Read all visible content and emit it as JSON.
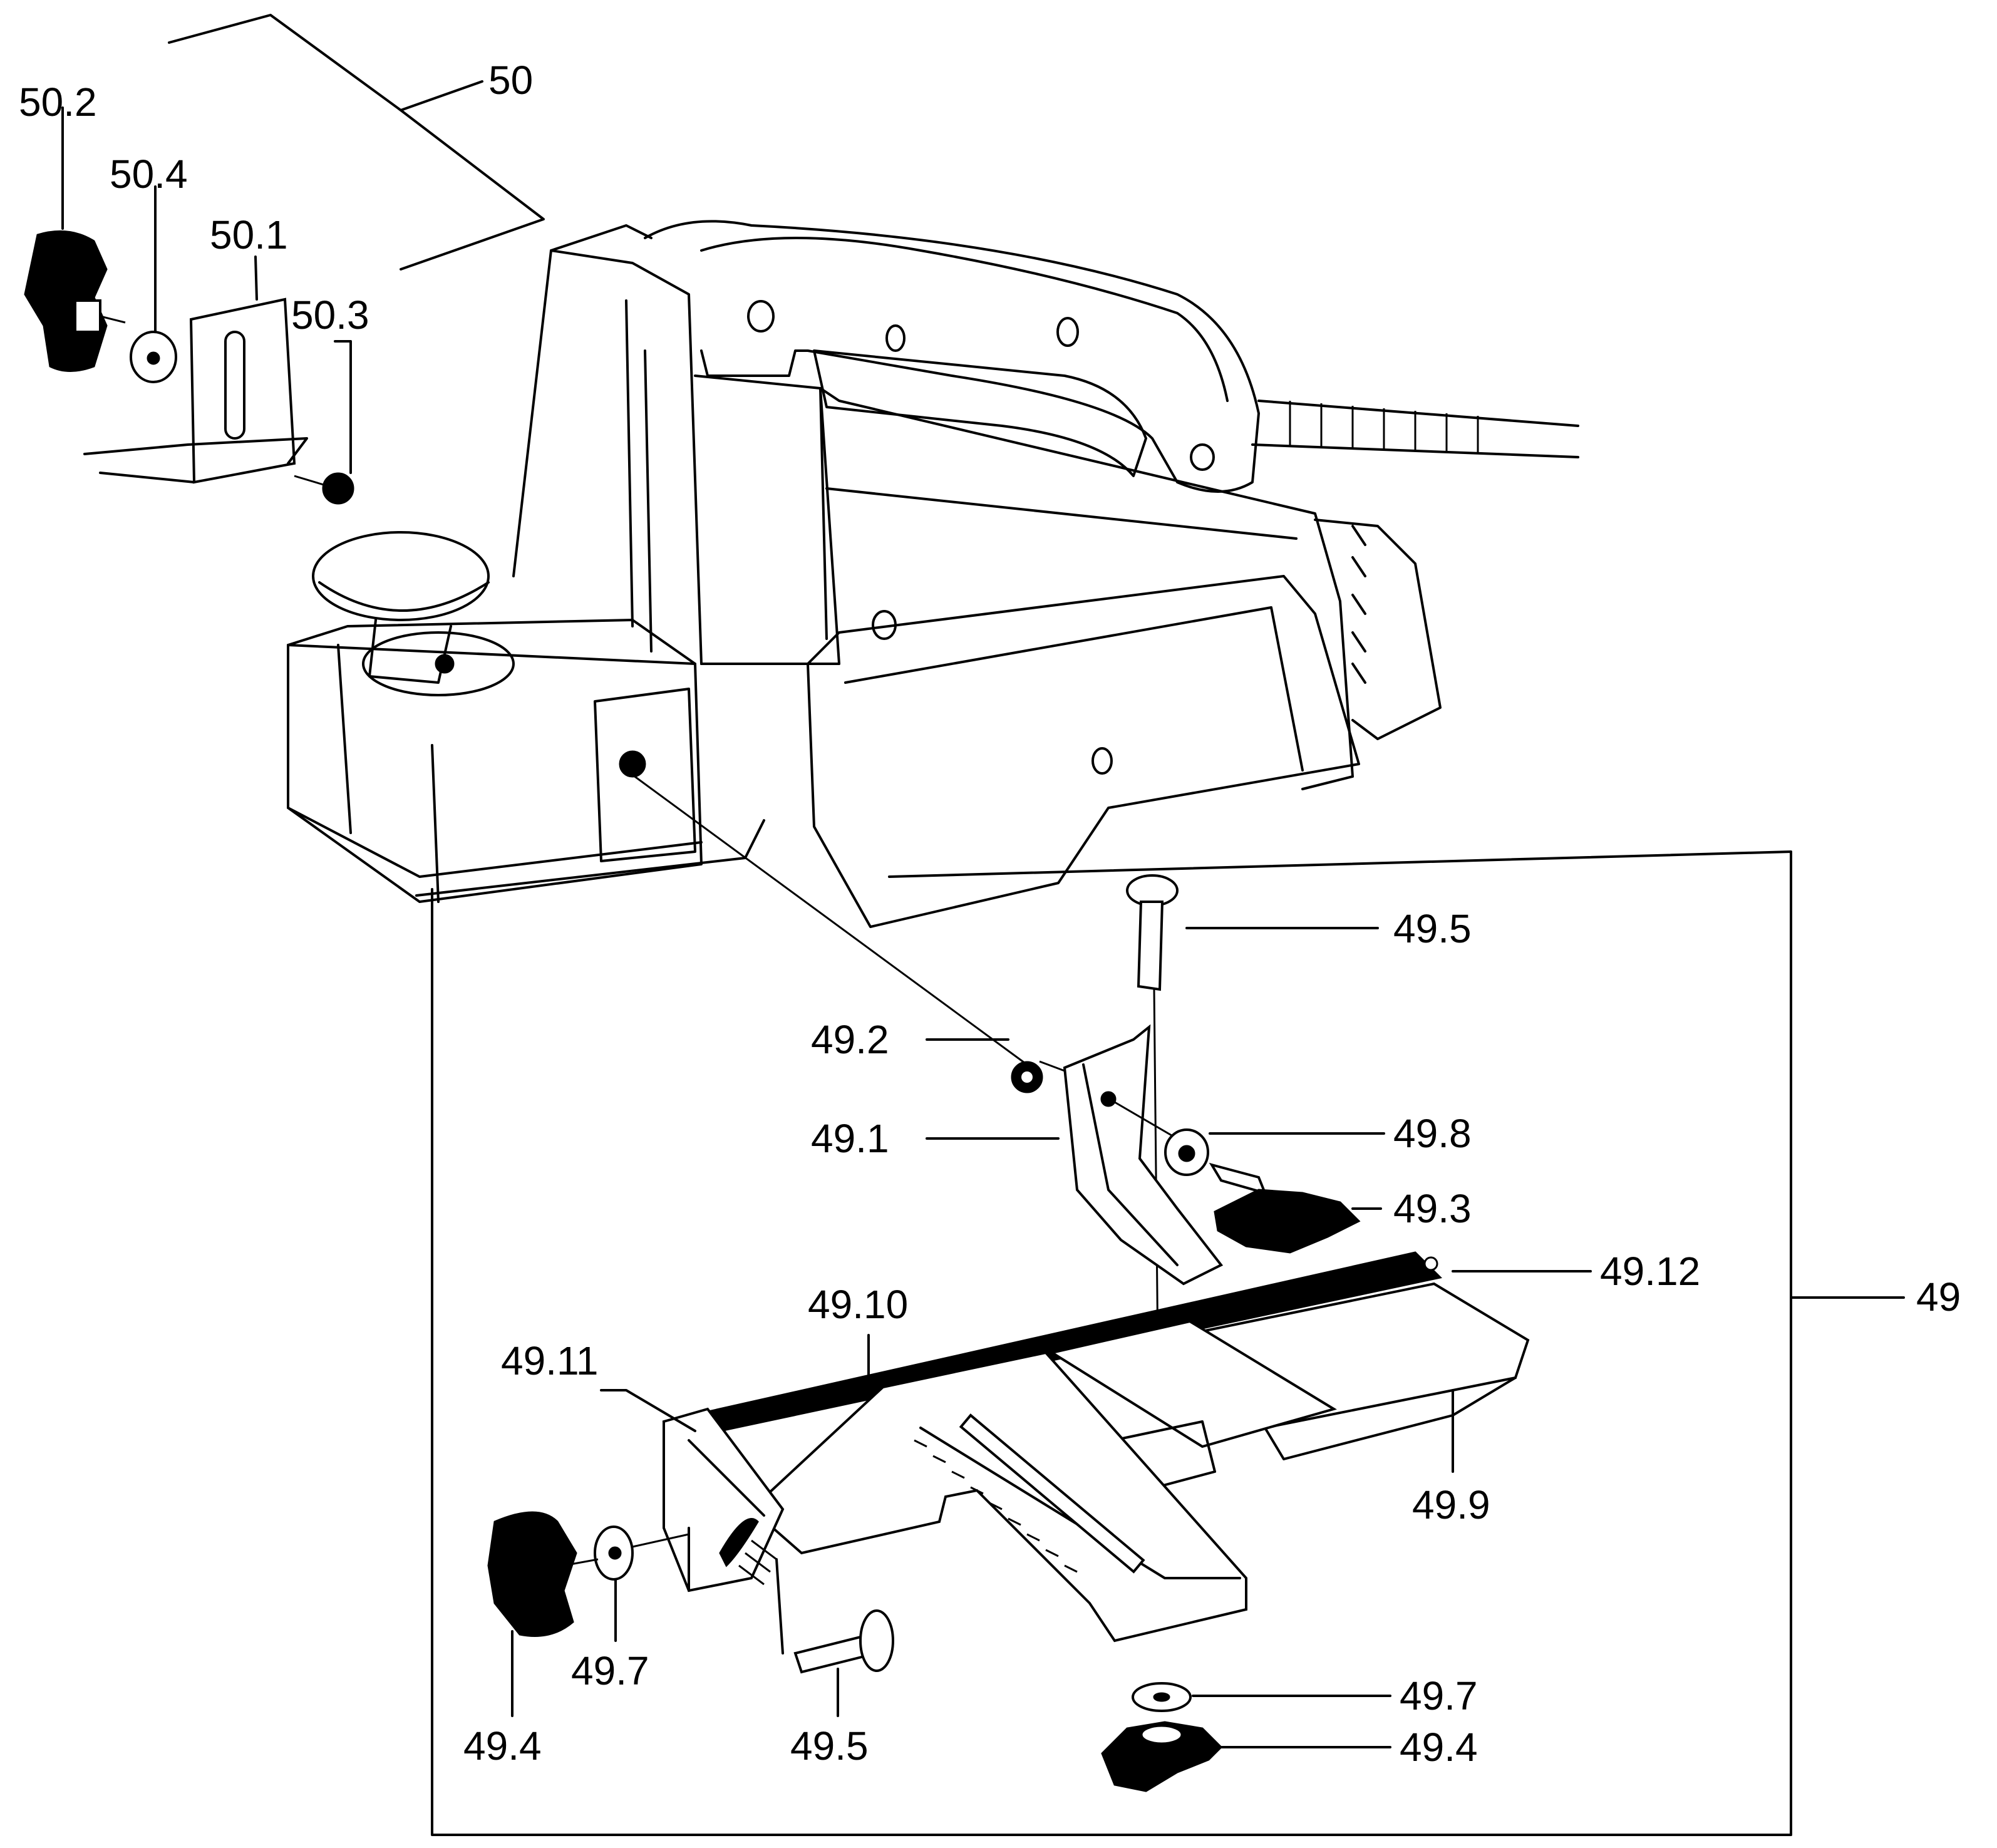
{
  "labels": {
    "l50": "50",
    "l50_2": "50.2",
    "l50_4": "50.4",
    "l50_1": "50.1",
    "l50_3": "50.3",
    "l49": "49",
    "l49_5a": "49.5",
    "l49_2": "49.2",
    "l49_1": "49.1",
    "l49_8": "49.8",
    "l49_3": "49.3",
    "l49_12": "49.12",
    "l49_10": "49.10",
    "l49_11": "49.11",
    "l49_9": "49.9",
    "l49_7a": "49.7",
    "l49_4a": "49.4",
    "l49_5b": "49.5",
    "l49_7b": "49.7",
    "l49_4b": "49.4"
  }
}
